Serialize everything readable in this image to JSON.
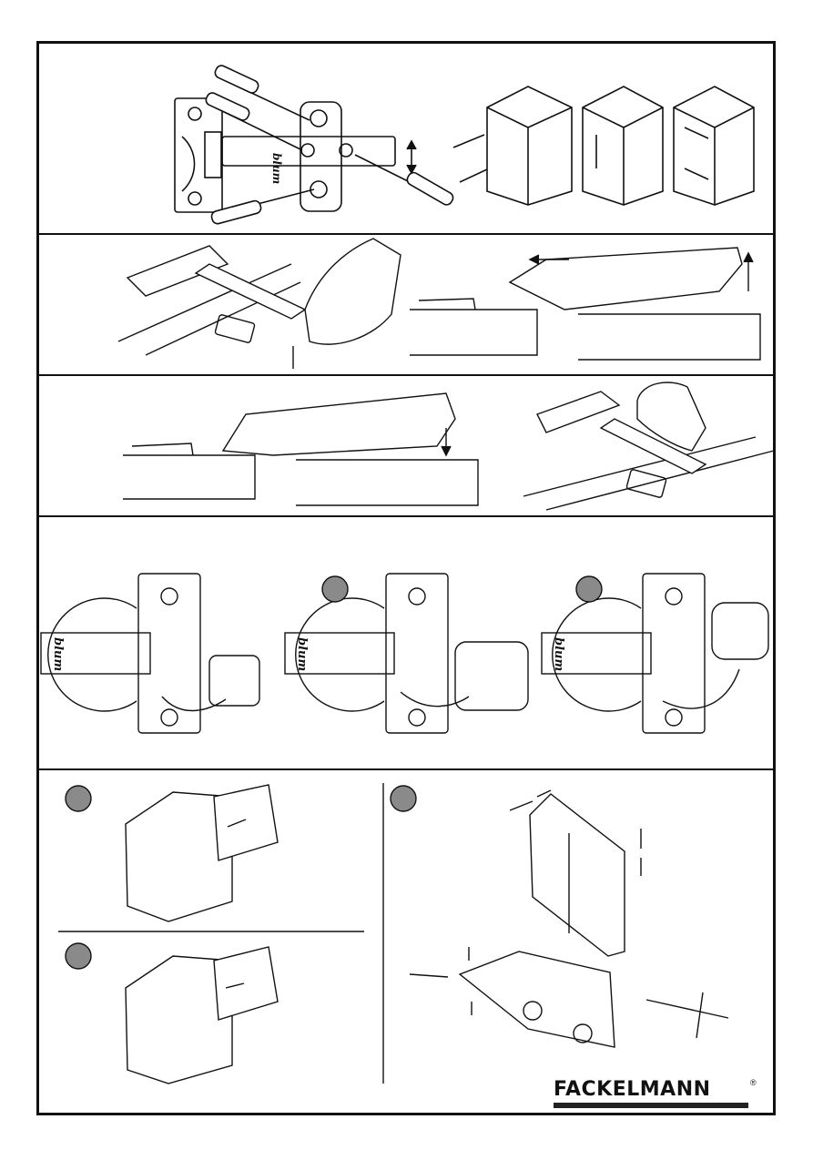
{
  "brand": {
    "name": "FACKELMANN",
    "registered": "®",
    "color": "#111111"
  },
  "hinge_brand": "blum",
  "colors": {
    "line": "#111111",
    "circle_marker": "#8a8a8a",
    "divider": "#111111"
  },
  "sections": [
    {
      "id": "adjustment",
      "icons": [
        "screwdriver-icon",
        "hinge-plate-icon",
        "cabinet-adjust-icon"
      ]
    },
    {
      "id": "mounting",
      "icons": [
        "hand-icon",
        "hinge-arm-icon",
        "arrow-icon"
      ]
    },
    {
      "id": "removal",
      "icons": [
        "hinge-arm-icon",
        "hand-icon"
      ]
    },
    {
      "id": "damper-setting",
      "icons": [
        "circle-marker-icon",
        "damper-icon"
      ]
    },
    {
      "id": "door-alignment",
      "icons": [
        "circle-marker-icon",
        "cabinet-icon",
        "screwdriver-icon"
      ]
    }
  ]
}
